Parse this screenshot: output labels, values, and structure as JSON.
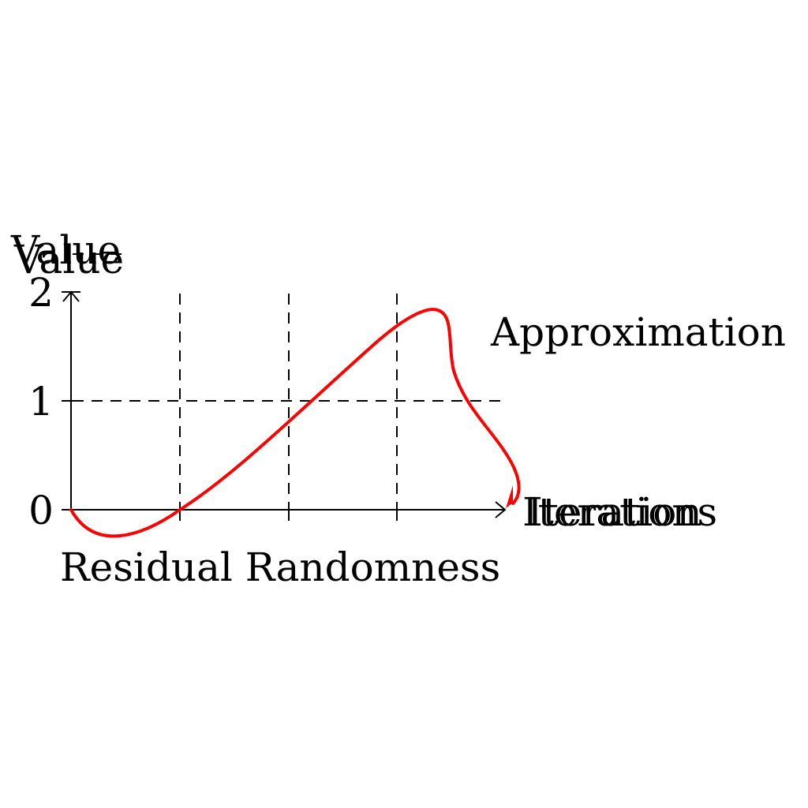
{
  "diagram": {
    "y_axis_label": "Value",
    "x_axis_label": "Iterations",
    "x_axis_label_overlay": "Iteration",
    "curve_label": "Approximation",
    "caption": "Residual Randomness",
    "y_ticks": [
      "0",
      "1",
      "2"
    ],
    "curve_color": "#ff0000",
    "axis_color": "#000000"
  }
}
